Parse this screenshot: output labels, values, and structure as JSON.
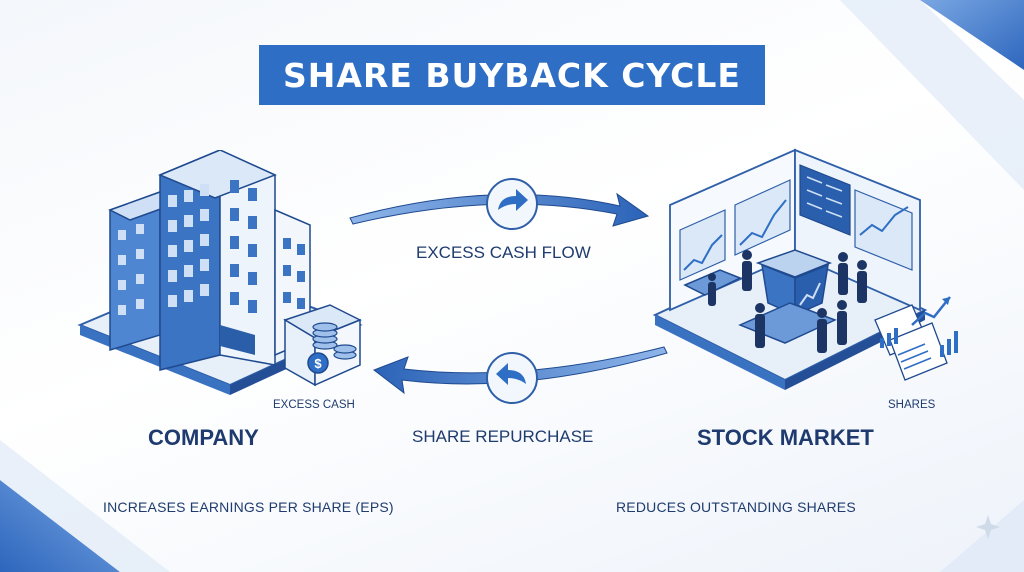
{
  "title": "SHARE BUYBACK CYCLE",
  "nodes": {
    "company": {
      "label": "COMPANY",
      "sublabel": "EXCESS CASH"
    },
    "market": {
      "label": "STOCK MARKET",
      "sublabel": "SHARES"
    }
  },
  "flows": {
    "top": {
      "label": "EXCESS CASH FLOW"
    },
    "bottom": {
      "label": "SHARE REPURCHASE"
    }
  },
  "effects": {
    "left": "INCREASES EARNINGS PER SHARE (EPS)",
    "right": "REDUCES OUTSTANDING SHARES"
  },
  "colors": {
    "primary": "#2e6ec4",
    "dark": "#1e3a6e",
    "light": "#c9dcf4"
  }
}
